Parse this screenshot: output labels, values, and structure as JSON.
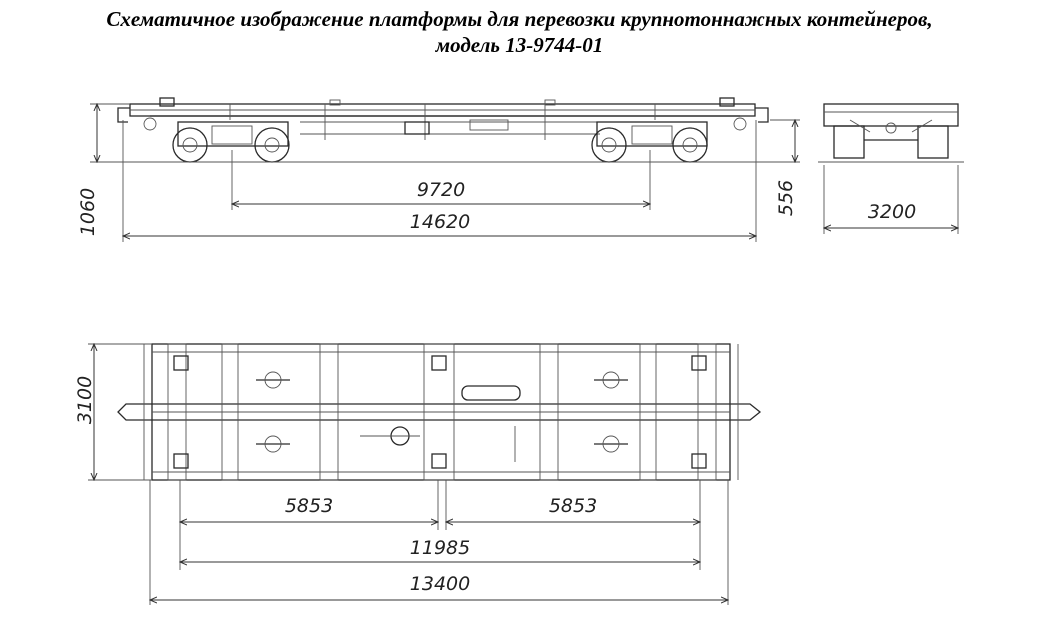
{
  "title": {
    "line1": "Схематичное изображение платформы для перевозки крупнотоннажных контейнеров,",
    "line2": "модель 13-9744-01"
  },
  "dimensions": {
    "bogie_base": "9720",
    "length_couplers": "14620",
    "height": "1060",
    "floor_height": "556",
    "width_end": "3200",
    "width_plan": "3100",
    "half_left": "5853",
    "half_right": "5853",
    "stop_distance": "11985",
    "frame_length": "13400"
  }
}
